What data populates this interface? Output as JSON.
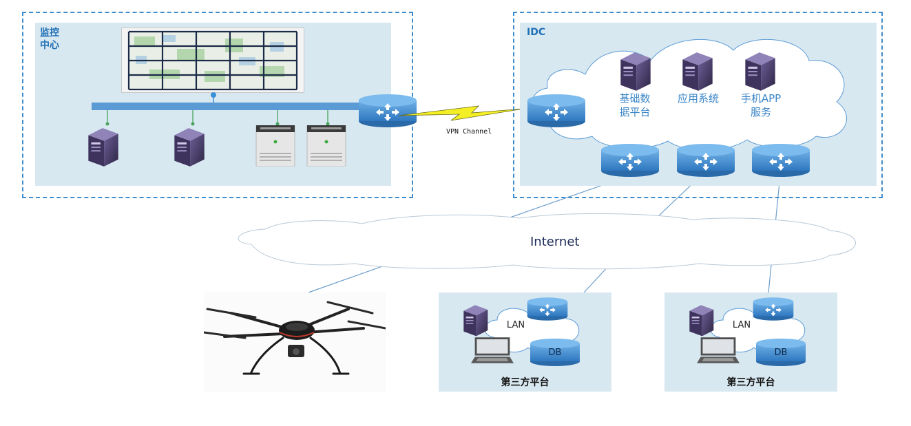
{
  "monitor_center": {
    "label": "监控\n中心"
  },
  "idc": {
    "label": "IDC",
    "services": [
      {
        "label": "基础数\n据平台",
        "icon": "server-tower-icon"
      },
      {
        "label": "应用系统",
        "icon": "server-tower-icon"
      },
      {
        "label": "手机APP\n服务",
        "icon": "server-tower-icon"
      }
    ]
  },
  "vpn": {
    "label": "VPN Channel"
  },
  "internet": {
    "label": "Internet"
  },
  "platforms": [
    {
      "title": "第三方平台",
      "lan_label": "LAN",
      "db_label": "DB"
    },
    {
      "title": "第三方平台",
      "lan_label": "LAN",
      "db_label": "DB"
    }
  ],
  "colors": {
    "accent": "#3f8ccc",
    "panel": "#d8e8f1",
    "router": "#4a8fd0",
    "server": "#4b3f6e"
  }
}
